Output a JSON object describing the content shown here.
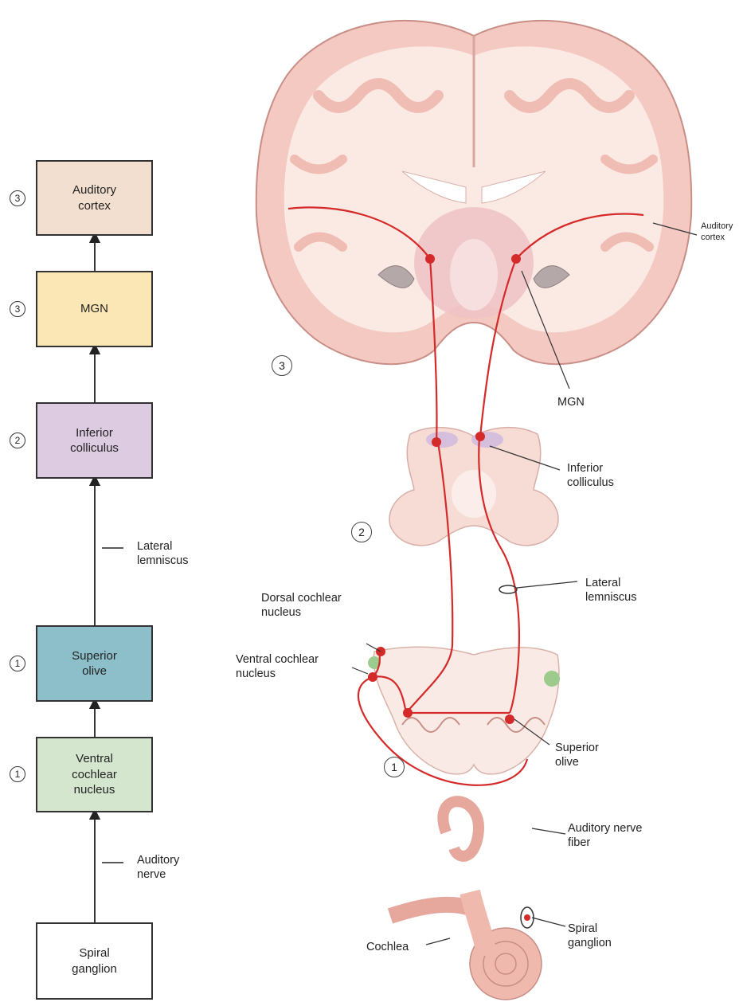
{
  "flowchart": {
    "boxes": [
      {
        "id": "auditory-cortex",
        "label": "Auditory\ncortex",
        "level": "3",
        "fill": "#f2dfcf"
      },
      {
        "id": "mgn",
        "label": "MGN",
        "level": "3",
        "fill": "#fbe7b5"
      },
      {
        "id": "inferior-colliculus",
        "label": "Inferior\ncolliculus",
        "level": "2",
        "fill": "#dccbe1"
      },
      {
        "id": "superior-olive",
        "label": "Superior\nolive",
        "level": "1",
        "fill": "#8dbfcb"
      },
      {
        "id": "ventral-cochlear-nucleus",
        "label": "Ventral\ncochlear\nnucleus",
        "level": "1",
        "fill": "#d5e6cf"
      },
      {
        "id": "spiral-ganglion",
        "label": "Spiral\nganglion",
        "level": "",
        "fill": "#ffffff"
      }
    ],
    "pathway_labels": {
      "lateral_lemniscus": "Lateral\nlemniscus",
      "auditory_nerve": "Auditory\nnerve"
    }
  },
  "illustration": {
    "level_markers": {
      "brain": "3",
      "midbrain": "2",
      "medulla": "1"
    },
    "labels": {
      "auditory_cortex": "Auditory\ncortex",
      "mgn": "MGN",
      "inferior_colliculus": "Inferior\ncolliculus",
      "lateral_lemniscus": "Lateral\nlemniscus",
      "dorsal_cochlear_nucleus": "Dorsal cochlear\nnucleus",
      "ventral_cochlear_nucleus": "Ventral cochlear\nnucleus",
      "superior_olive": "Superior\nolive",
      "auditory_nerve_fiber": "Auditory nerve\nfiber",
      "spiral_ganglion": "Spiral\nganglion",
      "cochlea": "Cochlea"
    },
    "colors": {
      "pathway": "#d42a2a",
      "brain_tissue": "#f3c9c2",
      "white_matter": "#fbe9e3",
      "cochlea": "#f0b9ae"
    }
  }
}
